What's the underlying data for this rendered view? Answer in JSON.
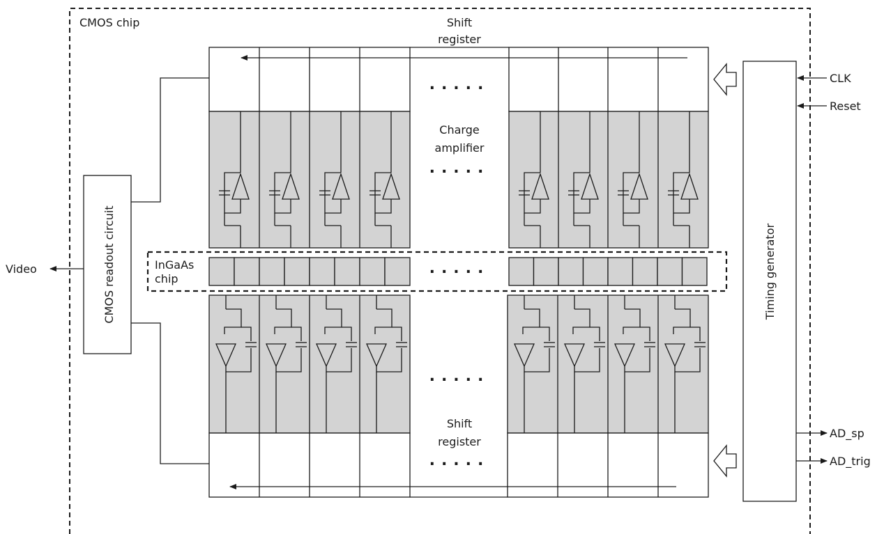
{
  "labels": {
    "cmos_chip": "CMOS chip",
    "shift_register_top": [
      "Shift",
      "register"
    ],
    "shift_register_bottom": [
      "Shift",
      "register"
    ],
    "charge_amplifier": [
      "Charge",
      "amplifier"
    ],
    "ingaas_chip": [
      "InGaAs",
      "chip"
    ],
    "cmos_readout_circuit": "CMOS readout circuit",
    "timing_generator": "Timing generator",
    "video": "Video",
    "clk": "CLK",
    "reset": "Reset",
    "ad_sp": "AD_sp",
    "ad_trig": "AD_trig",
    "ellipsis": "....."
  }
}
